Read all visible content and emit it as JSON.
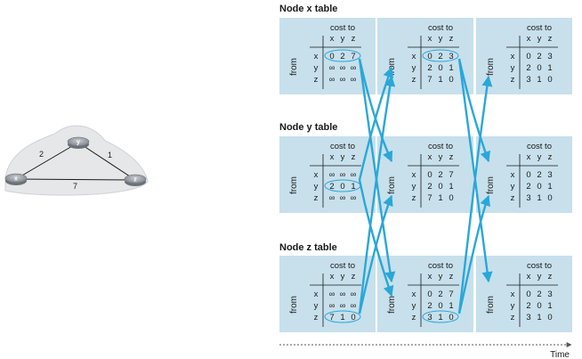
{
  "colors": {
    "table_bg": "#c7e0ec",
    "arrow": "#2aa7d9",
    "router": "#9aa0a6",
    "cloud": "#e6e7e9"
  },
  "network": {
    "nodes": [
      {
        "id": "x",
        "label": "x"
      },
      {
        "id": "y",
        "label": "y"
      },
      {
        "id": "z",
        "label": "z"
      }
    ],
    "links": [
      {
        "a": "x",
        "b": "y",
        "cost": "2"
      },
      {
        "a": "y",
        "b": "z",
        "cost": "1"
      },
      {
        "a": "x",
        "b": "z",
        "cost": "7"
      }
    ]
  },
  "labels": {
    "cost_to": "cost to",
    "col_headers": [
      "x",
      "y",
      "z"
    ],
    "row_headers": [
      "x",
      "y",
      "z"
    ],
    "from": "from",
    "time": "Time"
  },
  "groups": [
    {
      "title": "Node x table",
      "tables": [
        [
          [
            "0",
            "2",
            "7"
          ],
          [
            "∞",
            "∞",
            "∞"
          ],
          [
            "∞",
            "∞",
            "∞"
          ]
        ],
        [
          [
            "0",
            "2",
            "3"
          ],
          [
            "2",
            "0",
            "1"
          ],
          [
            "7",
            "1",
            "0"
          ]
        ],
        [
          [
            "0",
            "2",
            "3"
          ],
          [
            "2",
            "0",
            "1"
          ],
          [
            "3",
            "1",
            "0"
          ]
        ]
      ]
    },
    {
      "title": "Node y table",
      "tables": [
        [
          [
            "∞",
            "∞",
            "∞"
          ],
          [
            "2",
            "0",
            "1"
          ],
          [
            "∞",
            "∞",
            "∞"
          ]
        ],
        [
          [
            "0",
            "2",
            "7"
          ],
          [
            "2",
            "0",
            "1"
          ],
          [
            "7",
            "1",
            "0"
          ]
        ],
        [
          [
            "0",
            "2",
            "3"
          ],
          [
            "2",
            "0",
            "1"
          ],
          [
            "3",
            "1",
            "0"
          ]
        ]
      ]
    },
    {
      "title": "Node z table",
      "tables": [
        [
          [
            "∞",
            "∞",
            "∞"
          ],
          [
            "∞",
            "∞",
            "∞"
          ],
          [
            "7",
            "1",
            "0"
          ]
        ],
        [
          [
            "0",
            "2",
            "7"
          ],
          [
            "2",
            "0",
            "1"
          ],
          [
            "3",
            "1",
            "0"
          ]
        ],
        [
          [
            "0",
            "2",
            "3"
          ],
          [
            "2",
            "0",
            "1"
          ],
          [
            "3",
            "1",
            "0"
          ]
        ]
      ]
    }
  ]
}
